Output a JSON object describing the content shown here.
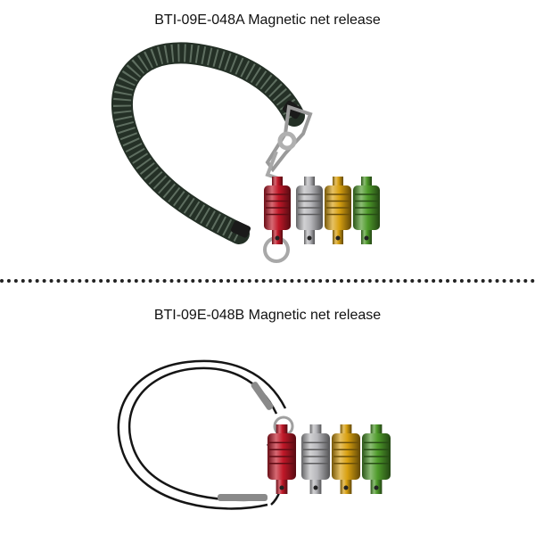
{
  "products": [
    {
      "caption": "BTI-09E-048A Magnetic net release",
      "lanyard": "coiled lanyard"
    },
    {
      "caption": "BTI-09E-048B Magnetic net release",
      "lanyard": "cord lanyard"
    }
  ],
  "release_colors": [
    "#c01828",
    "#b8b8bc",
    "#d8a010",
    "#4e9a2a"
  ],
  "coil_color": "#2c3a2e"
}
